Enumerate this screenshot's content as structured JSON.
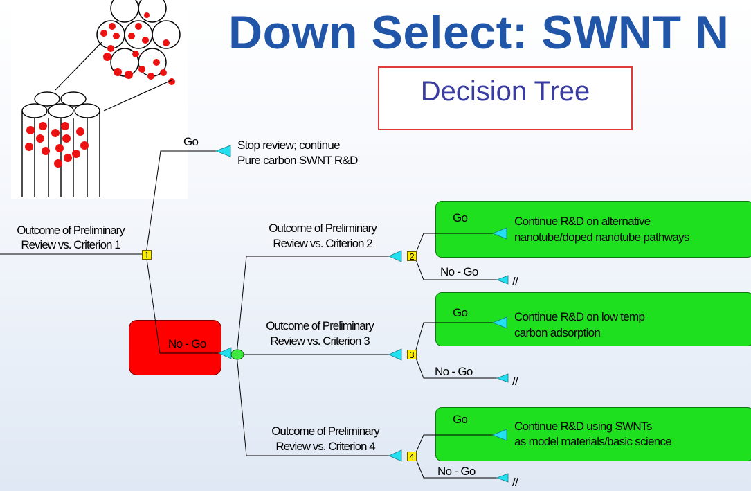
{
  "title": "Down Select: SWNT N",
  "subtitle": "Decision Tree",
  "root": {
    "outcome_line1": "Outcome of Preliminary",
    "outcome_line2": "Review vs. Criterion 1",
    "node_number": "1",
    "go_label": "Go",
    "go_result_line1": "Stop review; continue",
    "go_result_line2": "Pure carbon SWNT R&D",
    "nogo_label": "No - Go"
  },
  "branches": [
    {
      "outcome_line1": "Outcome of Preliminary",
      "outcome_line2": "Review vs. Criterion 2",
      "node_number": "2",
      "go_label": "Go",
      "go_result_line1": "Continue R&D on alternative",
      "go_result_line2": "nanotube/doped nanotube pathways",
      "nogo_label": "No - Go",
      "end_mark": "//"
    },
    {
      "outcome_line1": "Outcome of Preliminary",
      "outcome_line2": "Review vs. Criterion 3",
      "node_number": "3",
      "go_label": "Go",
      "go_result_line1": "Continue R&D on low temp",
      "go_result_line2": "carbon adsorption",
      "nogo_label": "No - Go",
      "end_mark": "//"
    },
    {
      "outcome_line1": "Outcome of Preliminary",
      "outcome_line2": "Review vs. Criterion 4",
      "node_number": "4",
      "go_label": "Go",
      "go_result_line1": "Continue R&D using SWNTs",
      "go_result_line2": "as model materials/basic science",
      "nogo_label": "No - Go",
      "end_mark": "//"
    }
  ],
  "colors": {
    "title": "#2055a8",
    "subtitle": "#3a3ca0",
    "go_box": "#1ee01e",
    "nogo_box": "#ff0000",
    "node_marker": "#ffef00",
    "arrow": "#22e0f0"
  }
}
